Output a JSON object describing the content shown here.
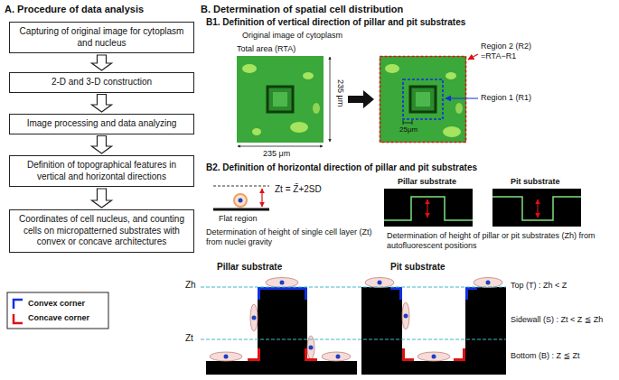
{
  "diagram": {
    "nodes": [
      {
        "text": [
          "Capturing of original image for cytoplasm and nucleus"
        ]
      },
      {
        "text": [
          "2-D and 3-D construction"
        ]
      },
      {
        "text": [
          "Image processing and data analyzing"
        ]
      },
      {
        "text": [
          "Definition of topographical features in vertical and horizontal directions"
        ]
      },
      {
        "text": [
          "Coordinates of cell nucleus, and counting cells on micropatterned substrates with convex or concave architectures"
        ]
      }
    ],
    "edges": [
      {
        "from": 0,
        "to": 1,
        "arrow": "to"
      },
      {
        "from": 1,
        "to": 2,
        "arrow": "to"
      },
      {
        "from": 2,
        "to": 3,
        "arrow": "to"
      },
      {
        "from": 3,
        "to": 4,
        "arrow": "to"
      }
    ],
    "labels": [
      "A. Procedure of data analysis",
      "B. Determination of spatial cell distribution",
      "B1. Definition of vertical direction of pillar and pit substrates",
      "Original image of cytoplasm",
      "Total area (RTA)",
      "235 μm",
      "235 μm",
      "Region 2 (R2) =RTA−R1",
      "Region 1 (R1)",
      "25μm",
      "B2. Definition of horizontal direction of pillar and pit substrates",
      "Zt = Z̄+2SD",
      "Flat region",
      "Determination of height of single cell layer (Zt) from nuclei gravity",
      "Pillar substrate",
      "Pit substrate",
      "Determination of height of pillar or pit substrates (Zh) from autofluorescent positions",
      "Pillar substrate",
      "Pit substrate",
      "Zh",
      "Zt",
      "Top (T) : Zh < Z",
      "Sidewall (S) : Zt < Z ≦ Zh",
      "Bottom (B) : Z ≦ Zt"
    ],
    "legend": [
      {
        "text": "Convex corner"
      },
      {
        "text": "Concave corner"
      }
    ]
  }
}
